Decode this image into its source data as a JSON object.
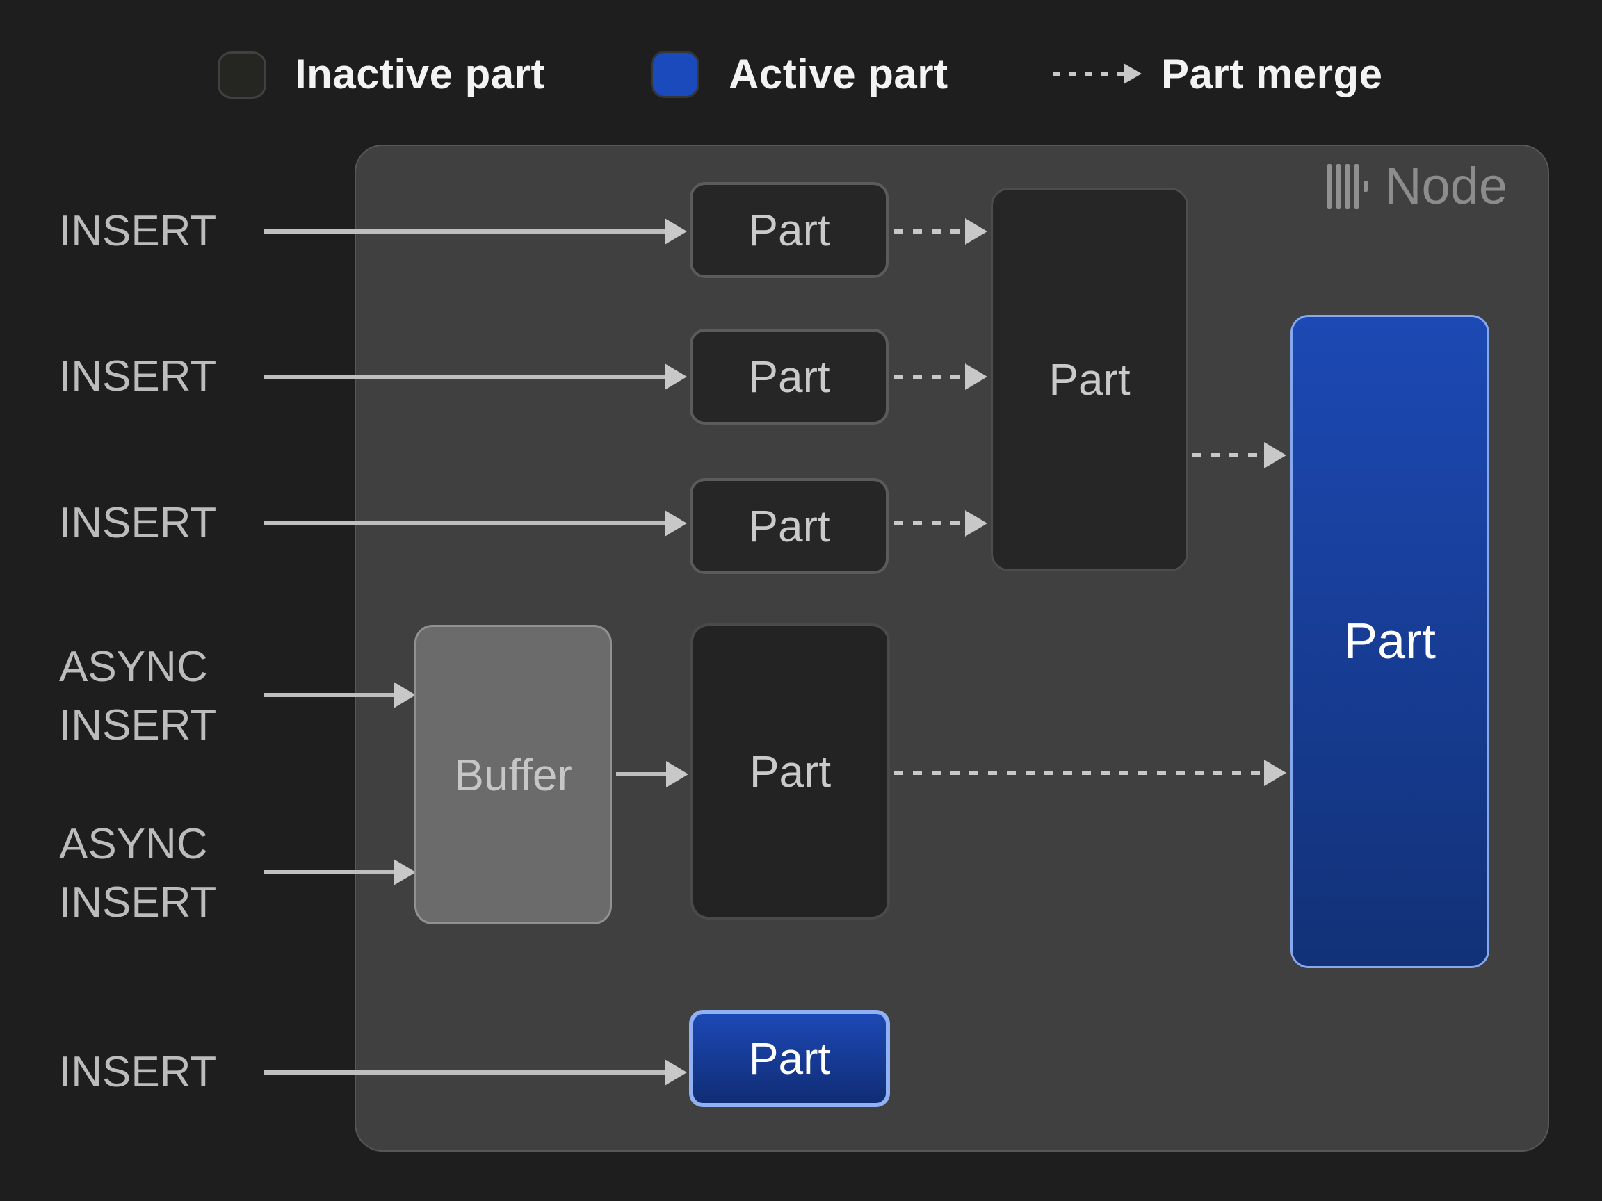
{
  "legend": {
    "inactive": {
      "label": "Inactive part",
      "swatch_color": "#252522",
      "swatch_border": "#414141"
    },
    "active": {
      "label": "Active part",
      "swatch_color": "#1b4abd",
      "swatch_border": "#363636"
    },
    "merge": {
      "label": "Part merge"
    }
  },
  "node": {
    "title": "Node",
    "logo_icon": "clickhouse-logo"
  },
  "io": {
    "insert_label": "INSERT",
    "async_insert_label": "ASYNC\nINSERT"
  },
  "parts": {
    "small_label": "Part",
    "merge_label": "Part",
    "active_label": "Part",
    "buffer_label": "Buffer",
    "async_part_label": "Part",
    "bottom_label": "Part"
  },
  "colors": {
    "page_bg": "#1e1e1e",
    "node_bg": "#404040",
    "inactive_part_bg": "#262626",
    "inactive_part_border": "#5b5b5b",
    "active_blue_top": "#1c49b4",
    "active_blue_bottom": "#123177",
    "active_blue_border": "#86a8ef",
    "buffer_bg": "#6b6b6b",
    "arrow_gray": "#c8c8c8",
    "label_gray": "#bcbcbc",
    "node_title_gray": "#8c8c8c"
  }
}
